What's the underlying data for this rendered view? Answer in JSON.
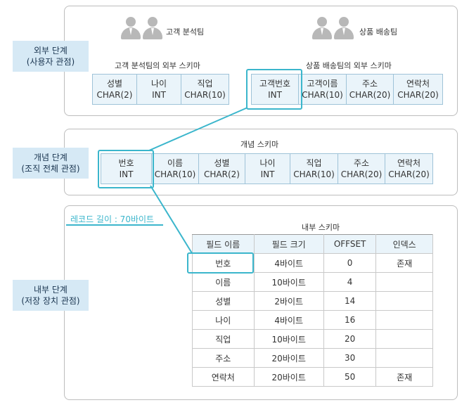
{
  "external": {
    "tag_line1": "외부 단계",
    "tag_line2": "(사용자 관점)",
    "team_analysis": "고객 분석팀",
    "team_shipping": "상품 배송팀",
    "schema_analysis_title": "고객 분석팀의 외부 스키마",
    "schema_shipping_title": "상품 배송팀의 외부 스키마",
    "fields_analysis": [
      {
        "name": "성별",
        "type": "CHAR(2)"
      },
      {
        "name": "나이",
        "type": "INT"
      },
      {
        "name": "직업",
        "type": "CHAR(10)"
      }
    ],
    "fields_shipping": [
      {
        "name": "고객번호",
        "type": "INT"
      },
      {
        "name": "고객이름",
        "type": "CHAR(10)"
      },
      {
        "name": "주소",
        "type": "CHAR(20)"
      },
      {
        "name": "연락처",
        "type": "CHAR(20)"
      }
    ]
  },
  "conceptual": {
    "tag_line1": "개념 단계",
    "tag_line2": "(조직 전체 관점)",
    "schema_title": "개념 스키마",
    "fields": [
      {
        "name": "번호",
        "type": "INT"
      },
      {
        "name": "이름",
        "type": "CHAR(10)"
      },
      {
        "name": "성별",
        "type": "CHAR(2)"
      },
      {
        "name": "나이",
        "type": "INT"
      },
      {
        "name": "직업",
        "type": "CHAR(10)"
      },
      {
        "name": "주소",
        "type": "CHAR(20)"
      },
      {
        "name": "연락처",
        "type": "CHAR(20)"
      }
    ]
  },
  "internal": {
    "tag_line1": "내부 단계",
    "tag_line2": "(저장 장치 관점)",
    "record_length": "레코드 길이 : 70바이트",
    "schema_title": "내부 스키마",
    "headers": [
      "필드 이름",
      "필드 크기",
      "OFFSET",
      "인덱스"
    ],
    "rows": [
      [
        "번호",
        "4바이트",
        "0",
        "존재"
      ],
      [
        "이름",
        "10바이트",
        "4",
        ""
      ],
      [
        "성별",
        "2바이트",
        "14",
        ""
      ],
      [
        "나이",
        "4바이트",
        "16",
        ""
      ],
      [
        "직업",
        "10바이트",
        "20",
        ""
      ],
      [
        "주소",
        "20바이트",
        "30",
        ""
      ],
      [
        "연락처",
        "20바이트",
        "50",
        "존재"
      ]
    ]
  },
  "colors": {
    "accent": "#3bb6cc",
    "tag_bg": "#d6e9f5",
    "cell_bg": "#eaf4fa",
    "panel_border": "#bdbdbd"
  }
}
